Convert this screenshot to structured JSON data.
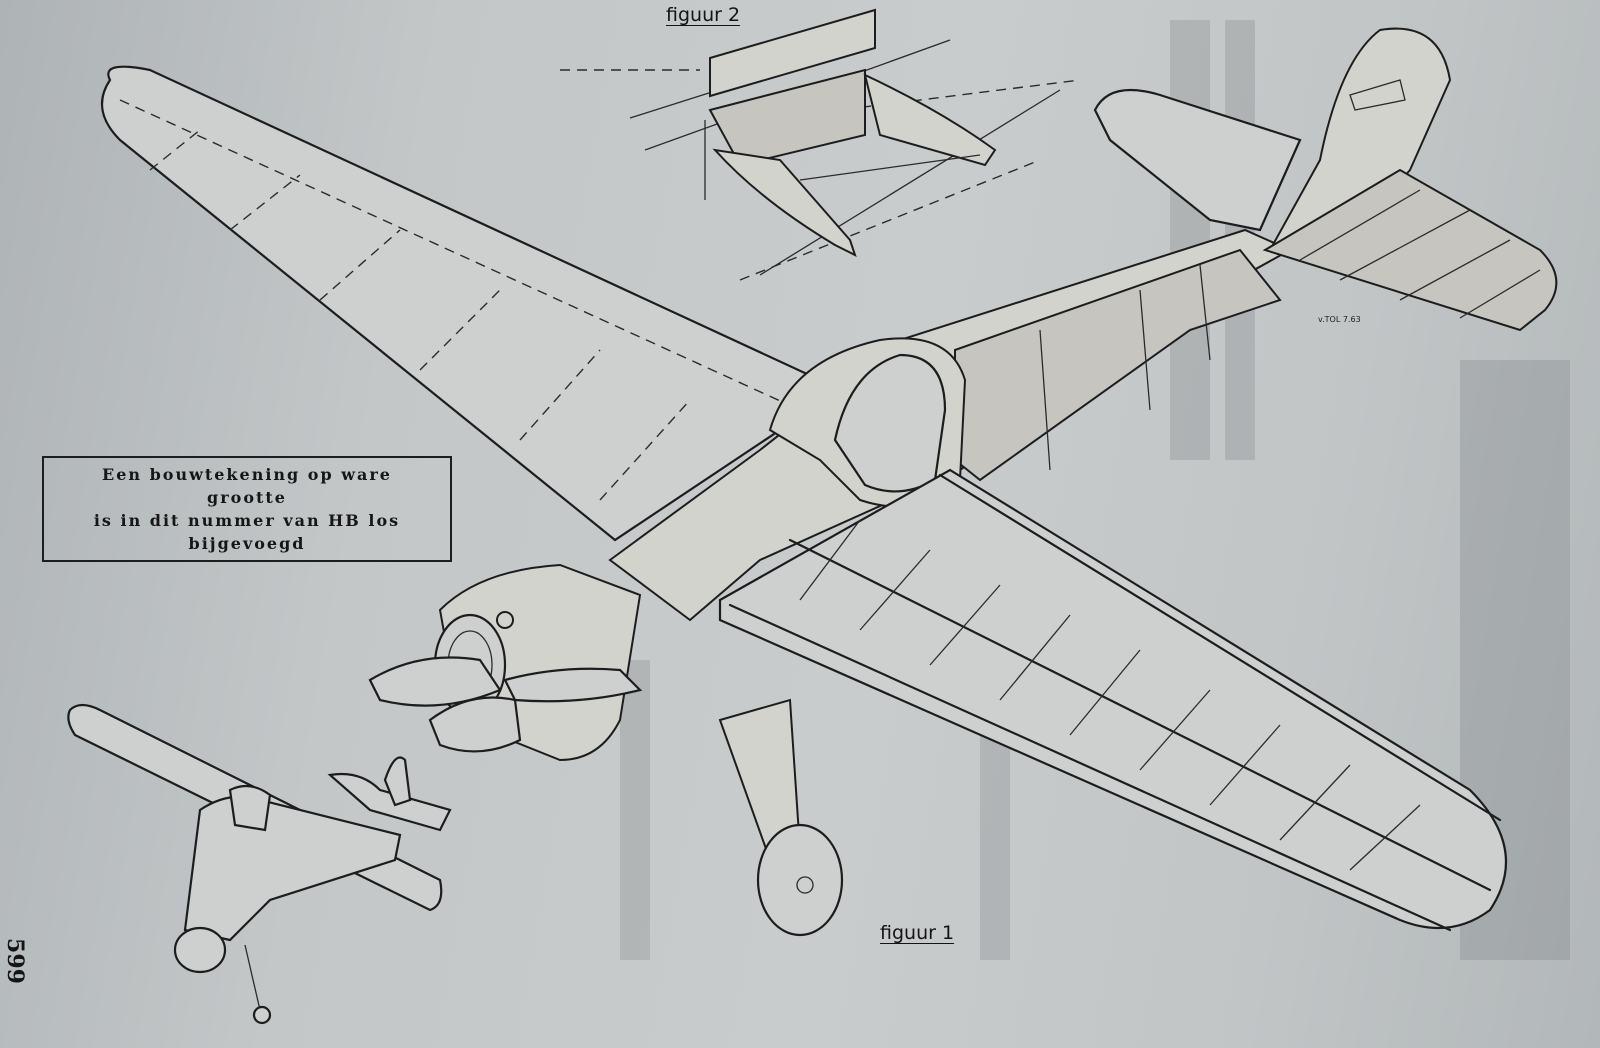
{
  "notice": {
    "line1": "Een bouwtekening op ware grootte",
    "line2": "is in dit nummer van HB los",
    "line3": "bijgevoegd"
  },
  "figures": {
    "figure1_caption": "figuur 1",
    "figure2_caption": "figuur 2"
  },
  "credit": "v.TOL 7.63",
  "page_number": "599"
}
